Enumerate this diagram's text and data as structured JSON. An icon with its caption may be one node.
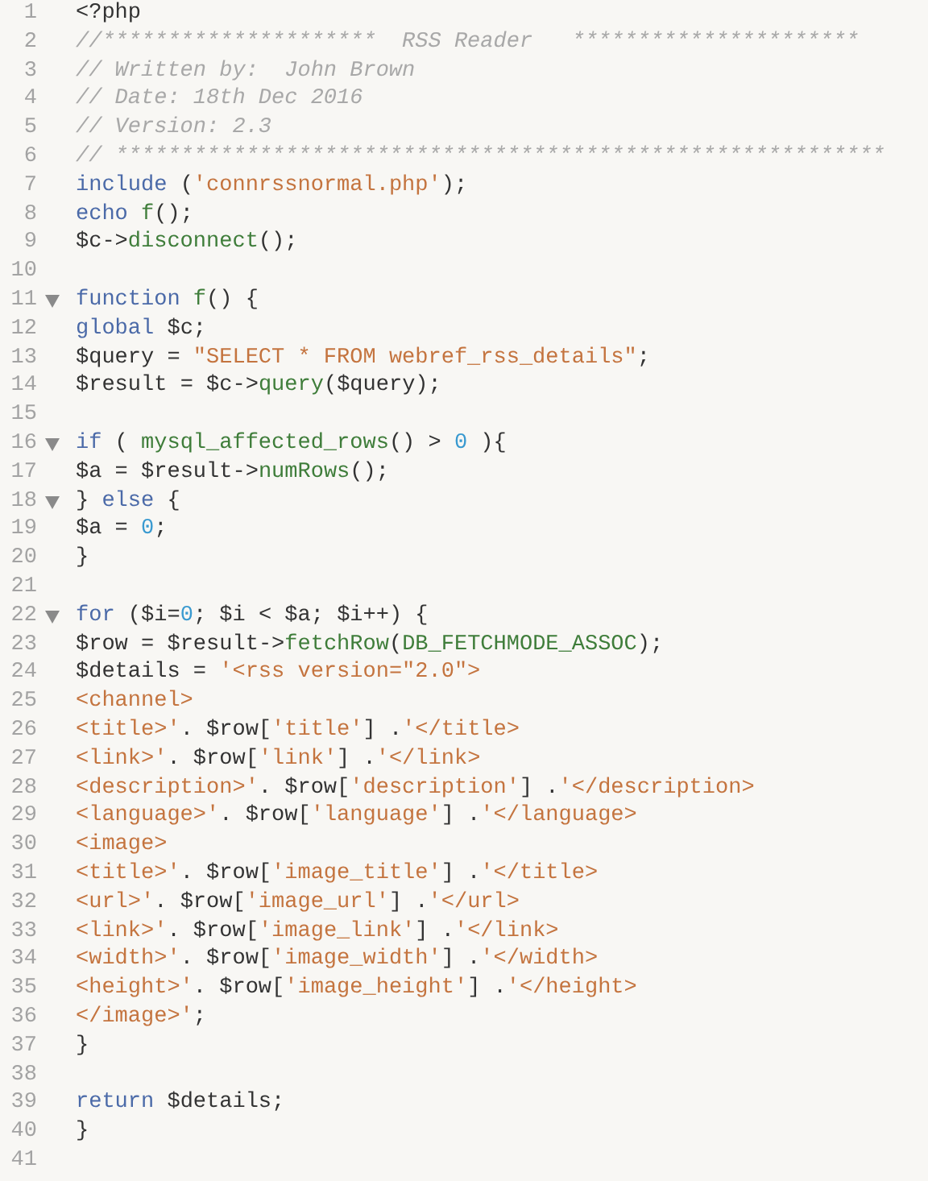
{
  "diagram": {
    "labels": [
      "1",
      "<?php",
      "2",
      "//*********************  RSS Reader   **********************",
      "3",
      "// Written by:  John Brown",
      "4",
      "// Date: 18th Dec 2016",
      "5",
      "// Version: 2.3",
      "6",
      "// ***********************************************************",
      "7",
      "include ('connrssnormal.php');",
      "8",
      "echo f();",
      "9",
      "$c->disconnect();",
      "10",
      "11",
      "function f() {",
      "12",
      "global $c;",
      "13",
      "$query = \"SELECT * FROM webref_rss_details\";",
      "14",
      "$result = $c->query($query);",
      "15",
      "16",
      "if ( mysql_affected_rows() > 0 ){",
      "17",
      "$a = $result->numRows();",
      "18",
      "} else {",
      "19",
      "$a = 0;",
      "20",
      "}",
      "21",
      "22",
      "for ($i=0; $i < $a; $i++) {",
      "23",
      "$row = $result->fetchRow(DB_FETCHMODE_ASSOC);",
      "24",
      "$details = '<rss version=\"2.0\">",
      "25",
      "<channel>",
      "26",
      "<title>'. $row['title'] .'</title>",
      "27",
      "<link>'. $row['link'] .'</link>",
      "28",
      "<description>'. $row['description'] .'</description>",
      "29",
      "<language>'. $row['language'] .'</language>",
      "30",
      "<image>",
      "31",
      "<title>'. $row['image_title'] .'</title>",
      "32",
      "<url>'. $row['image_url'] .'</url>",
      "33",
      "<link>'. $row['image_link'] .'</link>",
      "34",
      "<width>'. $row['image_width'] .'</width>",
      "35",
      "<height>'. $row['image_height'] .'</height>",
      "36",
      "</image>';",
      "37",
      "}",
      "38",
      "39",
      "return $details;",
      "40",
      "}",
      "41"
    ]
  }
}
